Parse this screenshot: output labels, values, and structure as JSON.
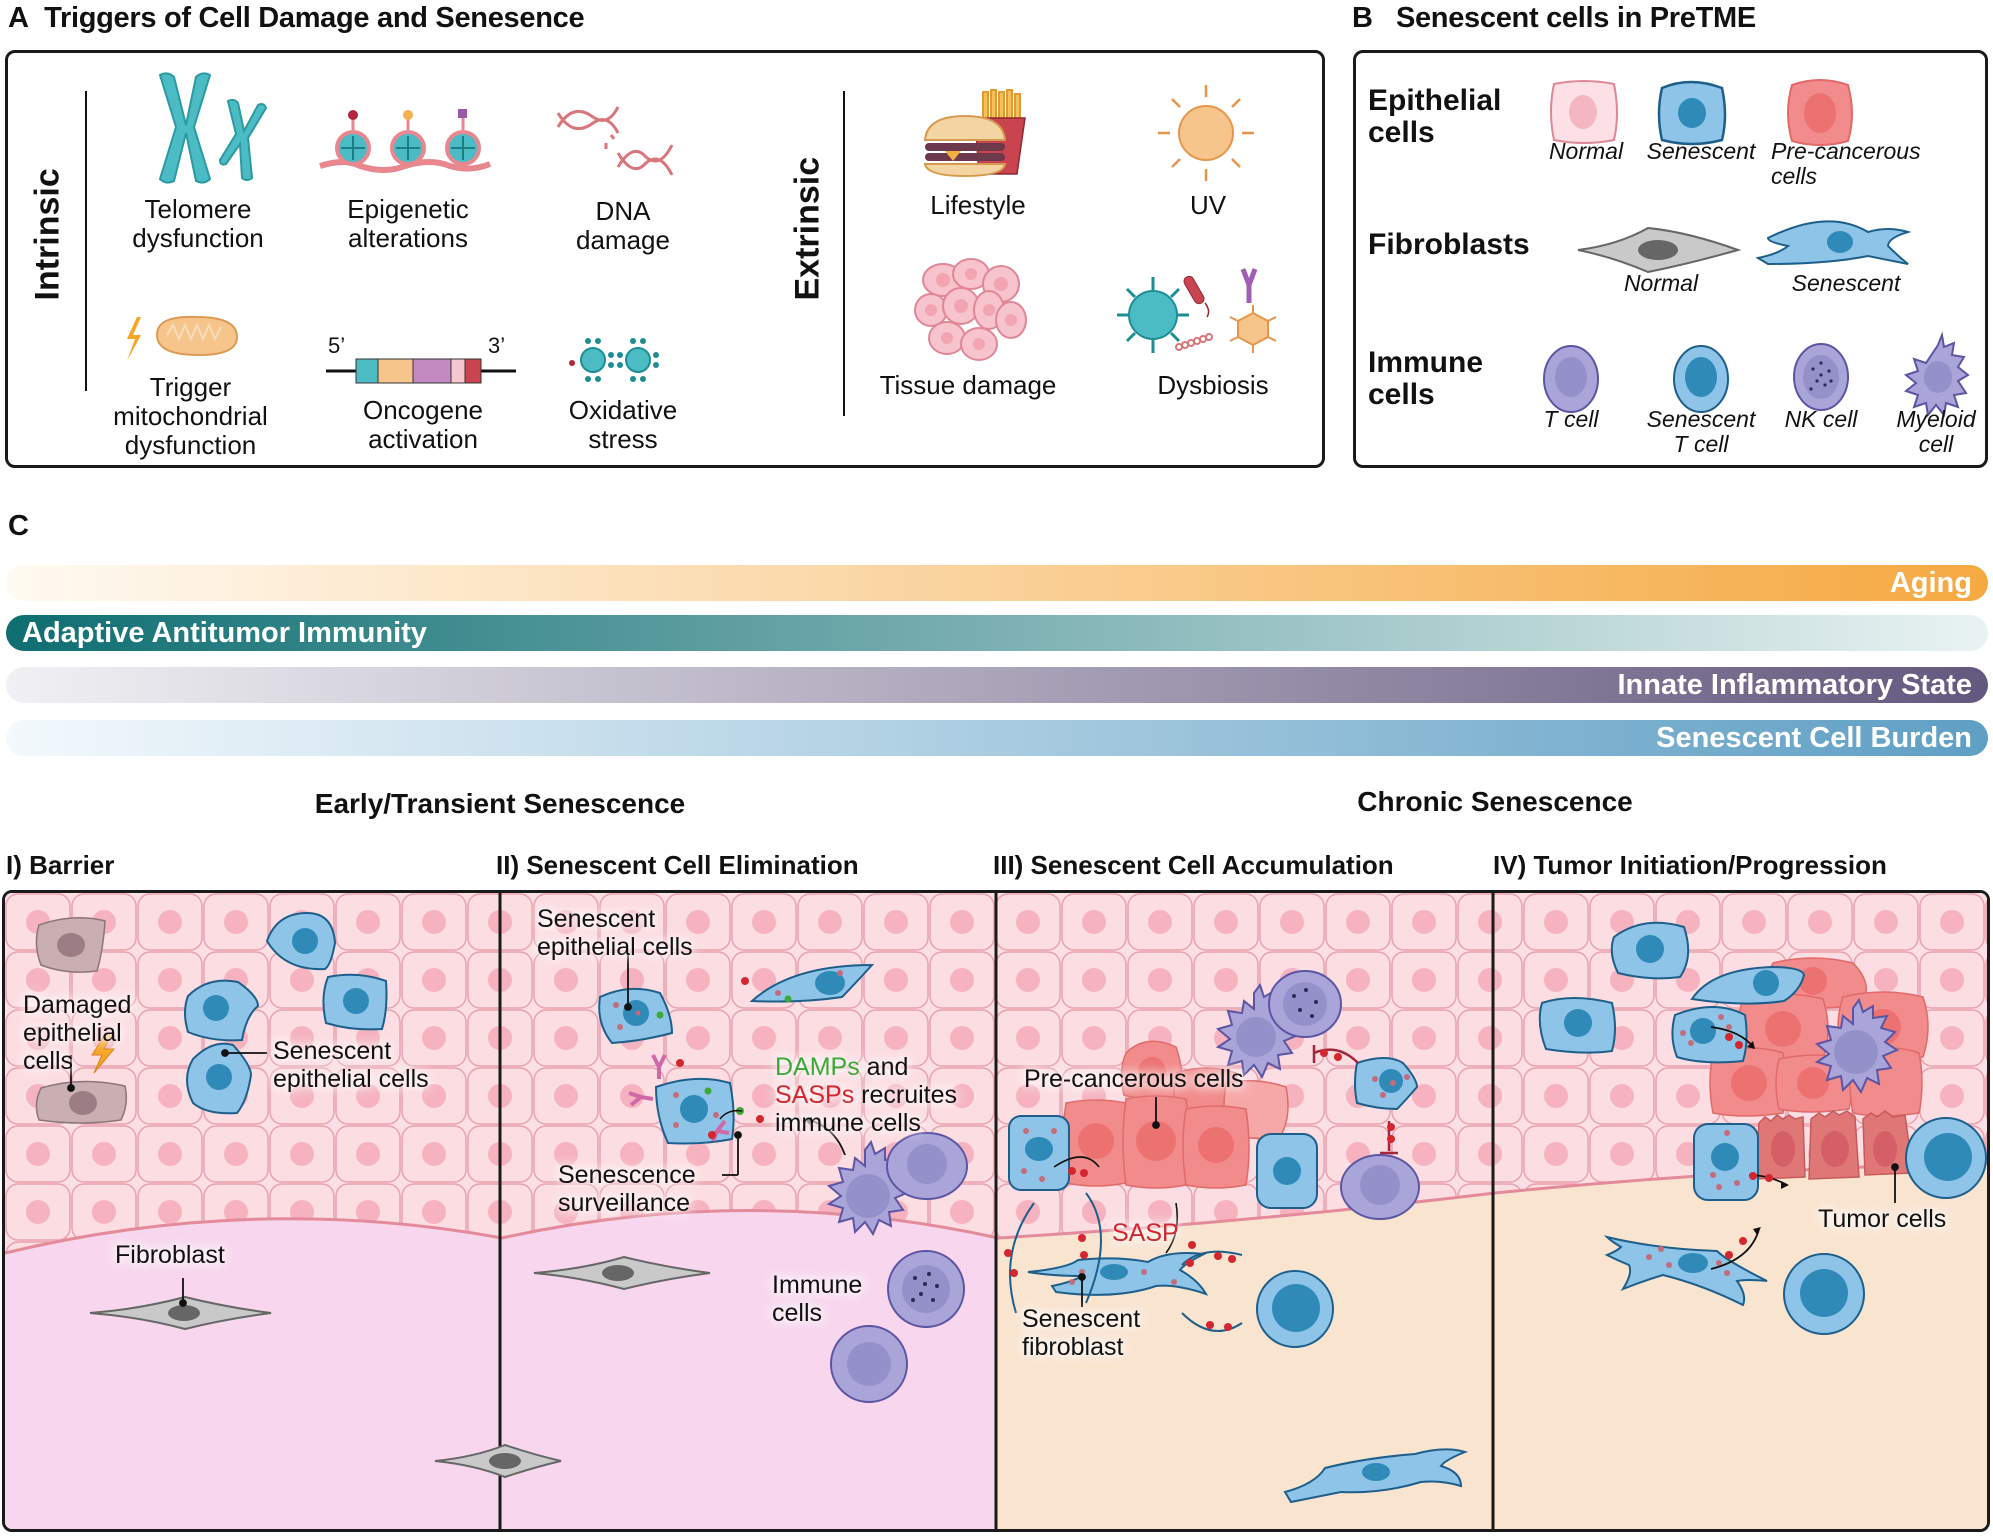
{
  "panel_a": {
    "letter": "A",
    "title": "Triggers of Cell Damage and Senesence",
    "intrinsic_label": "Intrinsic",
    "extrinsic_label": "Extrinsic",
    "intrinsic_items": [
      {
        "icon": "chromosome-icon",
        "label_lines": [
          "Telomere",
          "dysfunction"
        ]
      },
      {
        "icon": "nucleosome-icon",
        "label_lines": [
          "Epigenetic",
          "alterations"
        ]
      },
      {
        "icon": "broken-dna-icon",
        "label_lines": [
          "DNA",
          "damage"
        ]
      },
      {
        "icon": "mitochondria-icon",
        "label_lines": [
          "Trigger",
          "mitochondrial",
          "dysfunction"
        ]
      },
      {
        "icon": "gene-segment-icon",
        "label_lines": [
          "Oncogene",
          "activation"
        ],
        "gene_ends": [
          "5’",
          "3’"
        ]
      },
      {
        "icon": "ros-molecule-icon",
        "label_lines": [
          "Oxidative",
          "stress"
        ]
      }
    ],
    "extrinsic_items": [
      {
        "icon": "fast-food-icon",
        "label_lines": [
          "Lifestyle"
        ]
      },
      {
        "icon": "sun-icon",
        "label_lines": [
          "UV"
        ]
      },
      {
        "icon": "cell-cluster-icon",
        "label_lines": [
          "Tissue damage"
        ]
      },
      {
        "icon": "microbes-icon",
        "label_lines": [
          "Dysbiosis"
        ]
      }
    ]
  },
  "panel_b": {
    "letter": "B",
    "title": "Senescent cells in PreTME",
    "rows": [
      {
        "heading_lines": [
          "Epithelial",
          "cells"
        ],
        "items": [
          {
            "label_lines": [
              "Normal"
            ]
          },
          {
            "label_lines": [
              "Senescent"
            ]
          },
          {
            "label_lines": [
              "Pre-cancerous",
              "cells"
            ]
          }
        ]
      },
      {
        "heading_lines": [
          "Fibroblasts"
        ],
        "items": [
          {
            "label_lines": [
              "Normal"
            ]
          },
          {
            "label_lines": [
              "Senescent"
            ]
          }
        ]
      },
      {
        "heading_lines": [
          "Immune",
          "cells"
        ],
        "items": [
          {
            "label_lines": [
              "T cell"
            ]
          },
          {
            "label_lines": [
              "Senescent",
              "T cell"
            ]
          },
          {
            "label_lines": [
              "NK cell"
            ]
          },
          {
            "label_lines": [
              "Myeloid",
              "cell"
            ]
          }
        ]
      }
    ]
  },
  "panel_c": {
    "letter": "C",
    "bars": [
      {
        "label": "Aging",
        "align": "right",
        "from": "#fffaf2",
        "to": "#f5a941"
      },
      {
        "label": "Adaptive Antitumor Immunity",
        "align": "left",
        "from": "#0e6e72",
        "to": "#eaf3f3"
      },
      {
        "label": "Innate Inflammatory State",
        "align": "right",
        "from": "#f1f1f4",
        "to": "#63587e"
      },
      {
        "label": "Senescent Cell Burden",
        "align": "right",
        "from": "#f3f9fd",
        "to": "#5f9fc4"
      }
    ],
    "stages": [
      "Early/Transient Senescence",
      "Chronic Senescence"
    ],
    "panels": [
      {
        "heading": "I) Barrier",
        "labels": {
          "damaged": [
            "Damaged",
            "epithelial",
            "cells"
          ],
          "senescent": [
            "Senescent",
            "epithelial cells"
          ],
          "fibroblast": [
            "Fibroblast"
          ]
        }
      },
      {
        "heading": "II) Senescent Cell Elimination",
        "labels": {
          "senescent": [
            "Senescent",
            "epithelial cells"
          ],
          "damps": "DAMPs",
          "and": " and",
          "sasps": "SASPs",
          "recruits": " recruites",
          "immune_cells_line": "immune cells",
          "surveillance": [
            "Senescence",
            "surveillance"
          ],
          "immune": [
            "Immune",
            "cells"
          ]
        }
      },
      {
        "heading": "III) Senescent Cell Accumulation",
        "labels": {
          "precancerous": "Pre-cancerous cells",
          "sasp": "SASP",
          "sen_fibroblast": [
            "Senescent",
            "fibroblast"
          ]
        }
      },
      {
        "heading": "IV) Tumor Initiation/Progression",
        "labels": {
          "tumor": "Tumor cells"
        }
      }
    ]
  },
  "colors": {
    "teal": "#4cbcc4",
    "senescent_blue": "#8ec4e8",
    "senescent_nucleus": "#2f8ab8",
    "normal_pink": "#fcdde2",
    "precancer_red": "#f28b8b",
    "immune_purple": "#a9a3d6",
    "damps_green": "#3aa935",
    "sasp_red": "#d3262e",
    "stroma_pink": "#f8d7ee",
    "stroma_peach": "#f9e4d0"
  }
}
